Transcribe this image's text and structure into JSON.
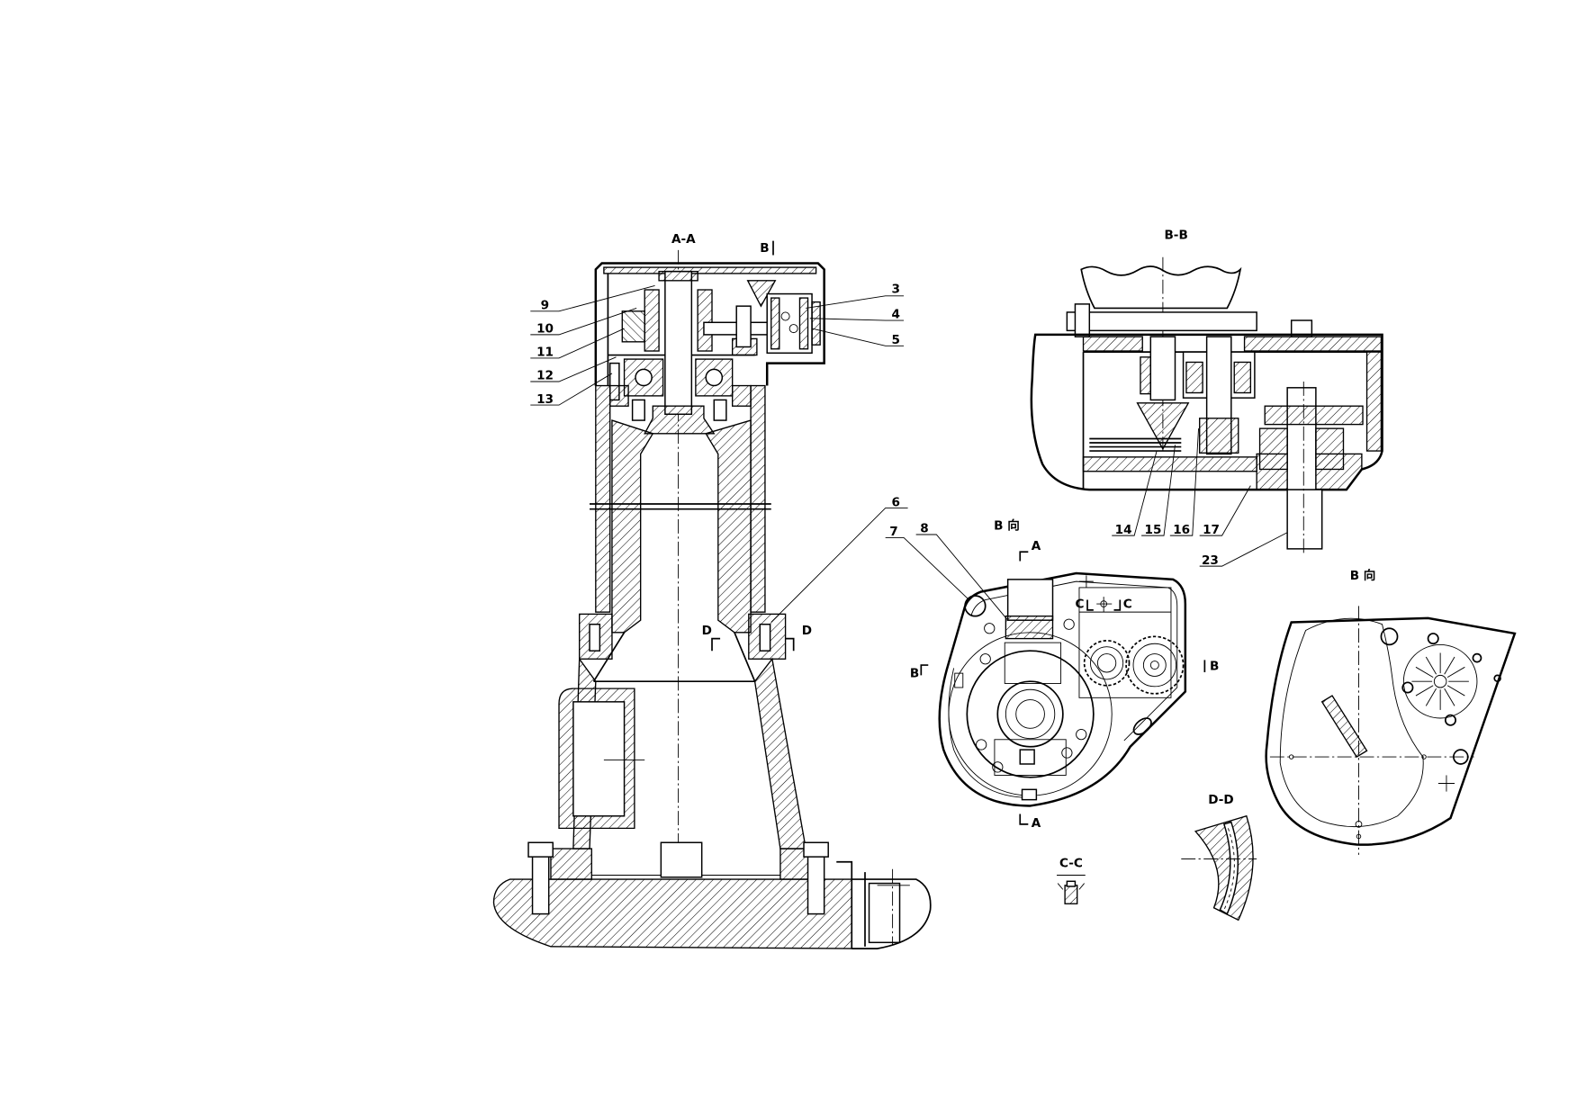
{
  "views": {
    "section_aa": {
      "title": "A-A",
      "view_mark": "B",
      "cut_d_left": "D",
      "cut_d_right": "D"
    },
    "section_bb": {
      "title": "B-B"
    },
    "view_b_center": {
      "title": "B 向",
      "cut_a_top": "A",
      "cut_a_bottom": "A",
      "cut_c_left": "C",
      "cut_c_right": "C",
      "cut_b_left": "B",
      "cut_b_right": "B"
    },
    "view_b_right": {
      "title": "B 向"
    },
    "section_dd": {
      "title": "D-D"
    },
    "section_cc": {
      "title": "C-C"
    }
  },
  "part_labels": {
    "aa_left": [
      "9",
      "10",
      "11",
      "12",
      "13"
    ],
    "aa_right": [
      "3",
      "4",
      "5",
      "6"
    ],
    "view_b": [
      "7",
      "8"
    ],
    "bb": [
      "14",
      "15",
      "16",
      "17",
      "23"
    ]
  }
}
